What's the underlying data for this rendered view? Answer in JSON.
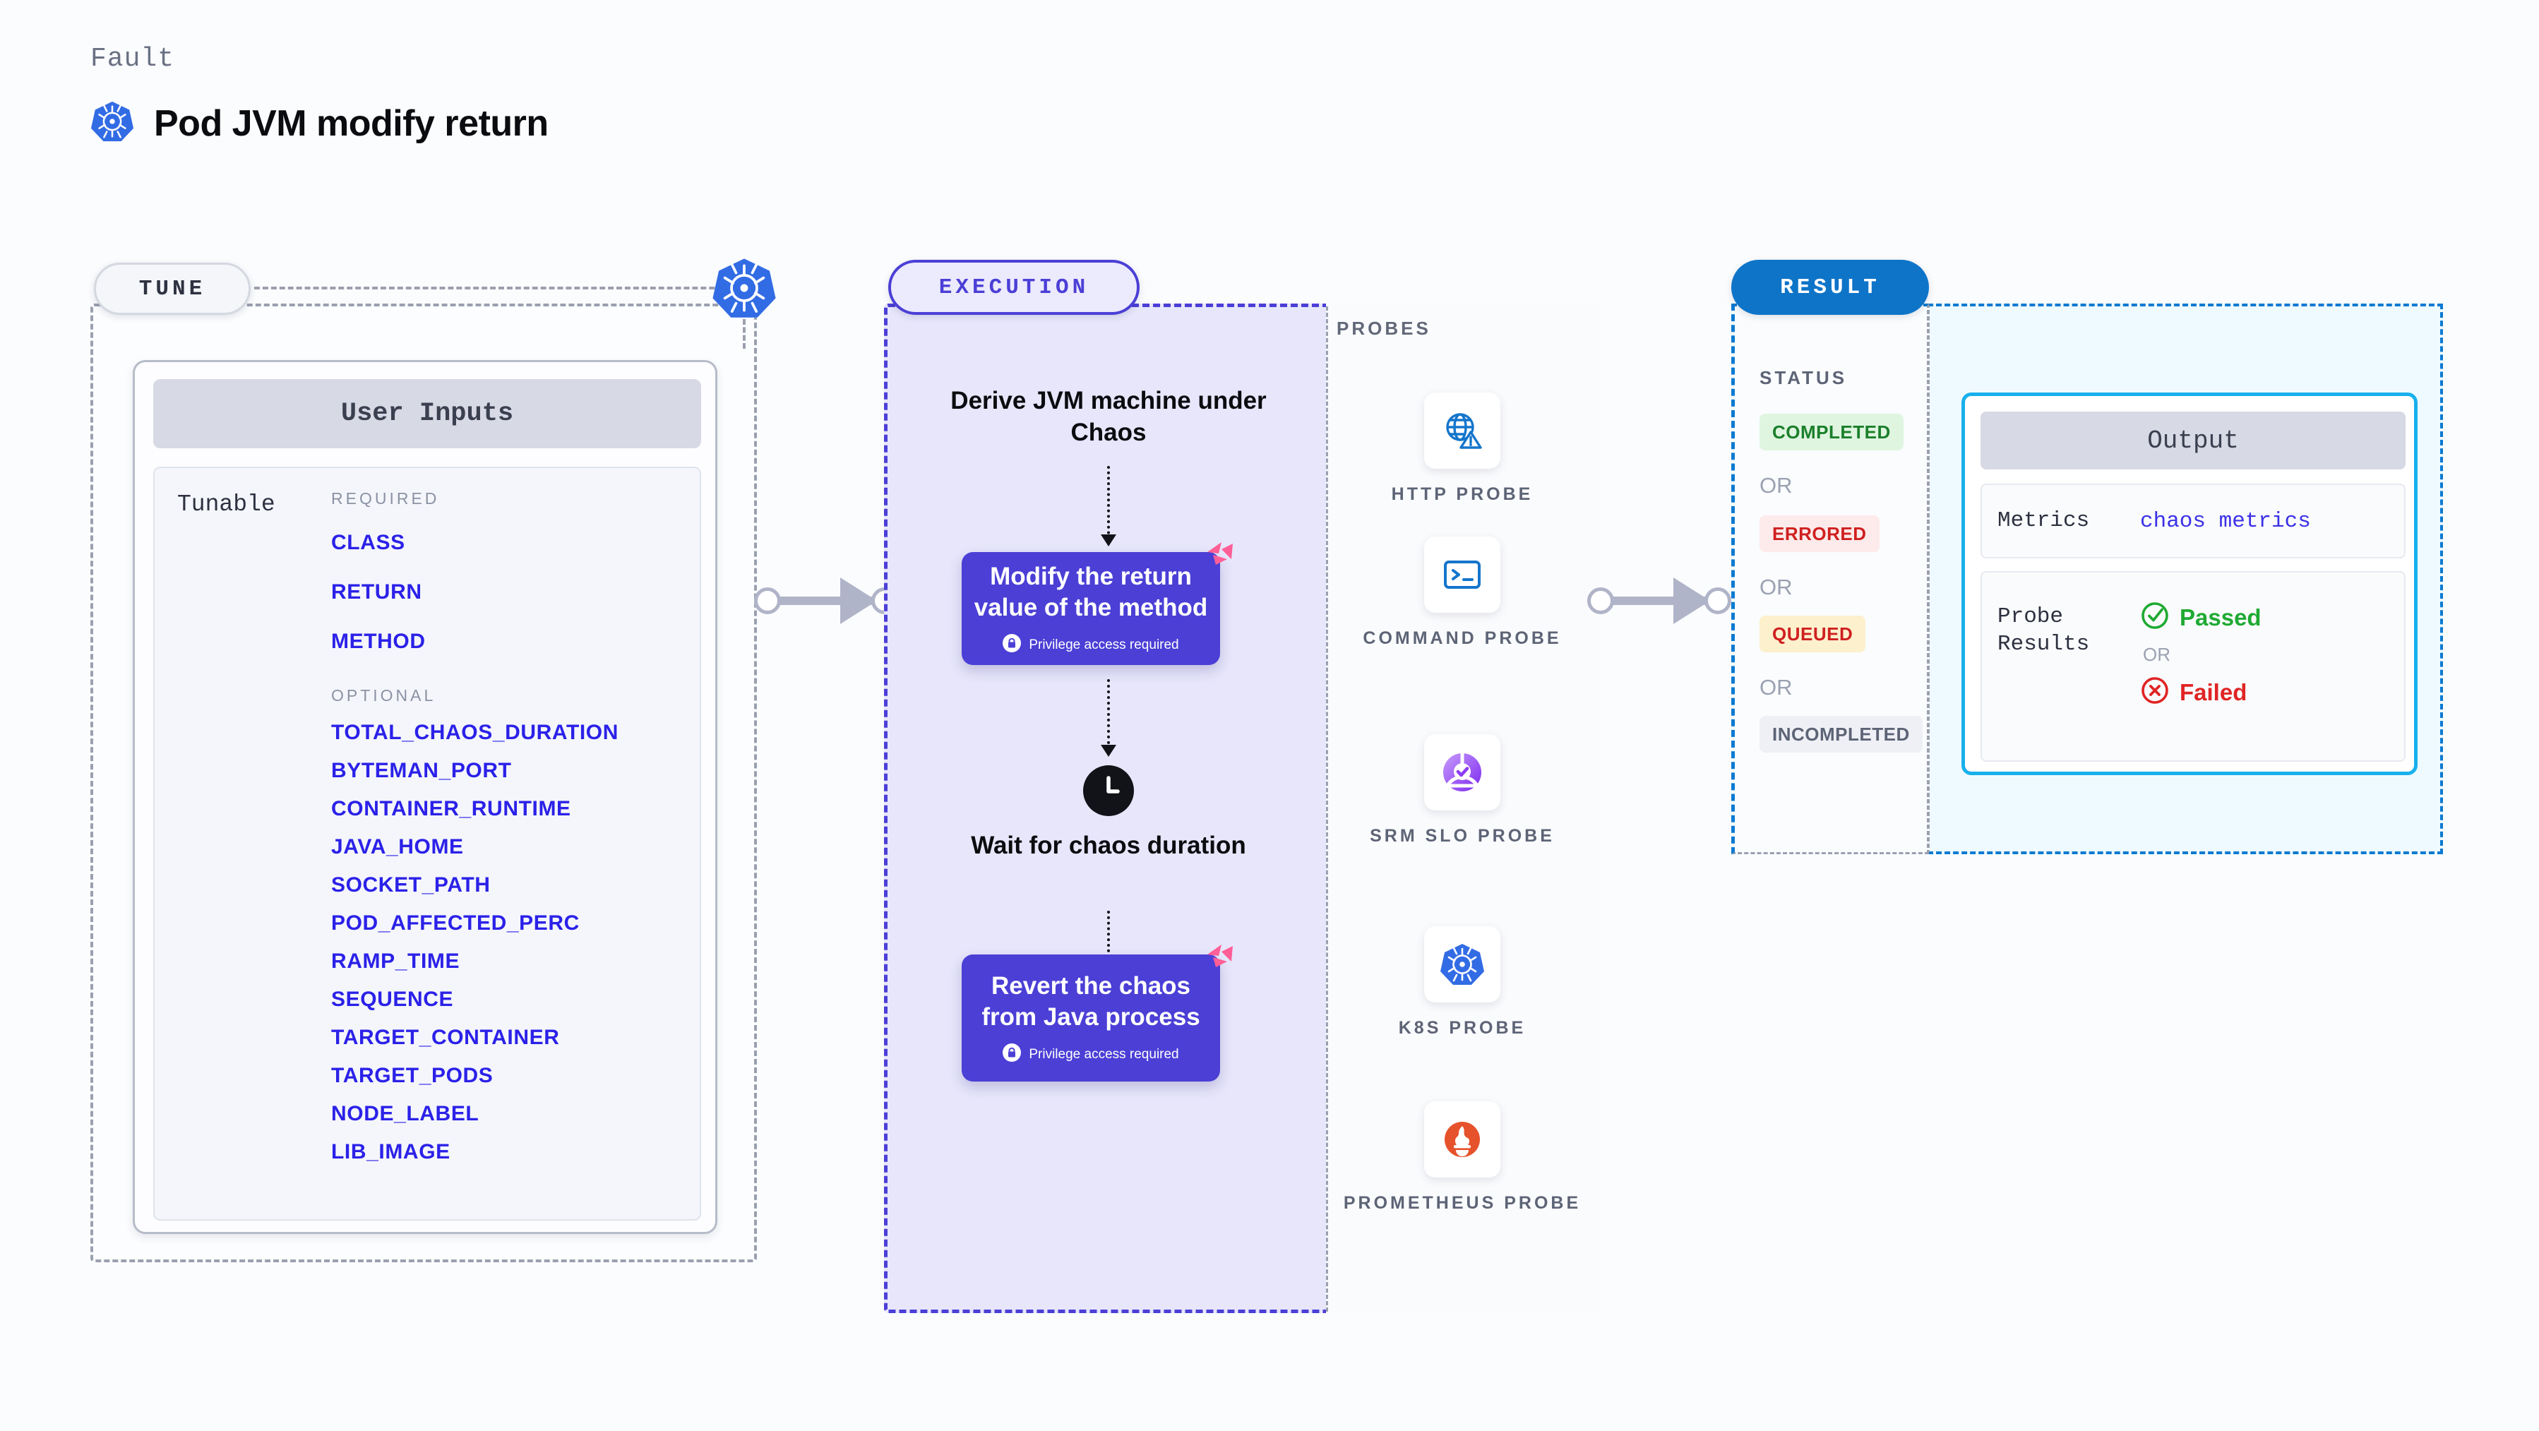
{
  "header": {
    "kicker": "Fault",
    "title": "Pod JVM modify return",
    "icon": "kubernetes-icon"
  },
  "tune": {
    "pill_label": "TUNE",
    "badge_icon": "kubernetes-icon",
    "card": {
      "header": "User Inputs",
      "row_label": "Tunable",
      "required_title": "REQUIRED",
      "required": [
        "CLASS",
        "RETURN",
        "METHOD"
      ],
      "optional_title": "OPTIONAL",
      "optional": [
        "TOTAL_CHAOS_DURATION",
        "BYTEMAN_PORT",
        "CONTAINER_RUNTIME",
        "JAVA_HOME",
        "SOCKET_PATH",
        "POD_AFFECTED_PERC",
        "RAMP_TIME",
        "SEQUENCE",
        "TARGET_CONTAINER",
        "TARGET_PODS",
        "NODE_LABEL",
        "LIB_IMAGE"
      ]
    }
  },
  "execution": {
    "pill_label": "EXECUTION",
    "step1_text": "Derive JVM machine under Chaos",
    "step2_title": "Modify the return value of the method",
    "step2_note": "Privilege access required",
    "step3_text": "Wait for chaos duration",
    "step3_icon": "clock-icon",
    "step4_title": "Revert the chaos from Java process",
    "step4_note": "Privilege access required",
    "probes": {
      "label": "PROBES",
      "items": [
        {
          "name": "HTTP PROBE",
          "icon": "globe-warning-icon"
        },
        {
          "name": "COMMAND PROBE",
          "icon": "terminal-icon"
        },
        {
          "name": "SRM SLO PROBE",
          "icon": "srm-slo-icon"
        },
        {
          "name": "K8S PROBE",
          "icon": "kubernetes-icon"
        },
        {
          "name": "PROMETHEUS PROBE",
          "icon": "prometheus-icon"
        }
      ]
    }
  },
  "result": {
    "pill_label": "RESULT",
    "status_label": "STATUS",
    "or_label": "OR",
    "statuses": [
      {
        "text": "COMPLETED",
        "bg": "#dff5e0",
        "color": "#1b7f2a"
      },
      {
        "text": "ERRORED",
        "bg": "#fdeaea",
        "color": "#cf2020"
      },
      {
        "text": "QUEUED",
        "bg": "#fdf0cd",
        "color": "#cf2020"
      },
      {
        "text": "INCOMPLETED",
        "bg": "#eef0f5",
        "color": "#5d6476"
      }
    ],
    "output": {
      "header": "Output",
      "metrics_key": "Metrics",
      "metrics_value": "chaos metrics",
      "probe_key": "Probe Results",
      "passed": "Passed",
      "or_label": "OR",
      "failed": "Failed"
    }
  },
  "colors": {
    "kubernetes_blue": "#326ce5",
    "execution_purple": "#4b3fd6",
    "result_blue": "#0e74c8",
    "output_border": "#18b0ec",
    "param_blue": "#2b21e8",
    "chaos_pink": "#ff6699"
  }
}
